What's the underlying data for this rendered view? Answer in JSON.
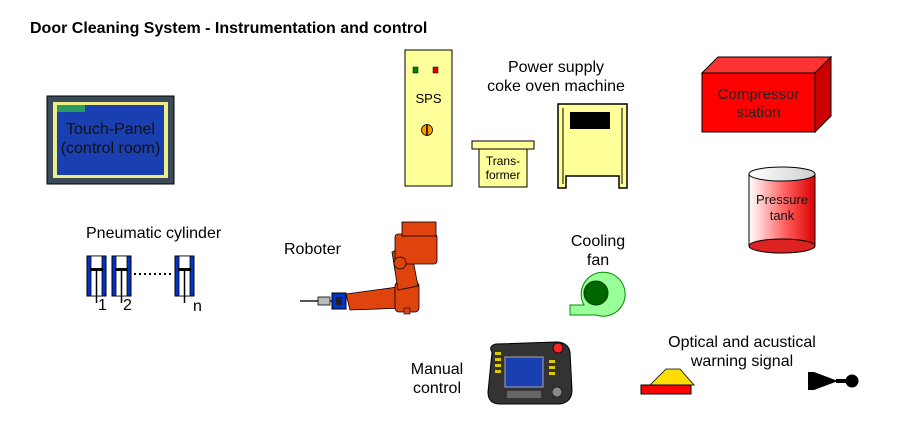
{
  "title": "Door Cleaning System - Instrumentation and control",
  "touch_panel": {
    "line1": "Touch-Panel",
    "line2": "(control room)"
  },
  "sps": {
    "label": "SPS"
  },
  "power_supply": {
    "line1": "Power supply",
    "line2": "coke oven machine"
  },
  "transformer": {
    "line1": "Trans-",
    "line2": "former"
  },
  "compressor": {
    "line1": "Compressor",
    "line2": "station"
  },
  "pressure_tank": {
    "line1": "Pressure",
    "line2": "tank"
  },
  "pneumatic": {
    "label": "Pneumatic cylinder",
    "num1": "1",
    "num2": "2",
    "numn": "n"
  },
  "roboter": {
    "label": "Roboter"
  },
  "cooling_fan": {
    "line1": "Cooling",
    "line2": "fan"
  },
  "manual_control": {
    "line1": "Manual",
    "line2": "control"
  },
  "warning": {
    "line1": "Optical and acustical",
    "line2": "warning signal"
  },
  "colors": {
    "panel_blue": "#1a3fb0",
    "compressor_red": "#ff0000",
    "robot_orange": "#e0440e",
    "sps_yellow": "#ffff99",
    "fan_green": "#00a000"
  }
}
